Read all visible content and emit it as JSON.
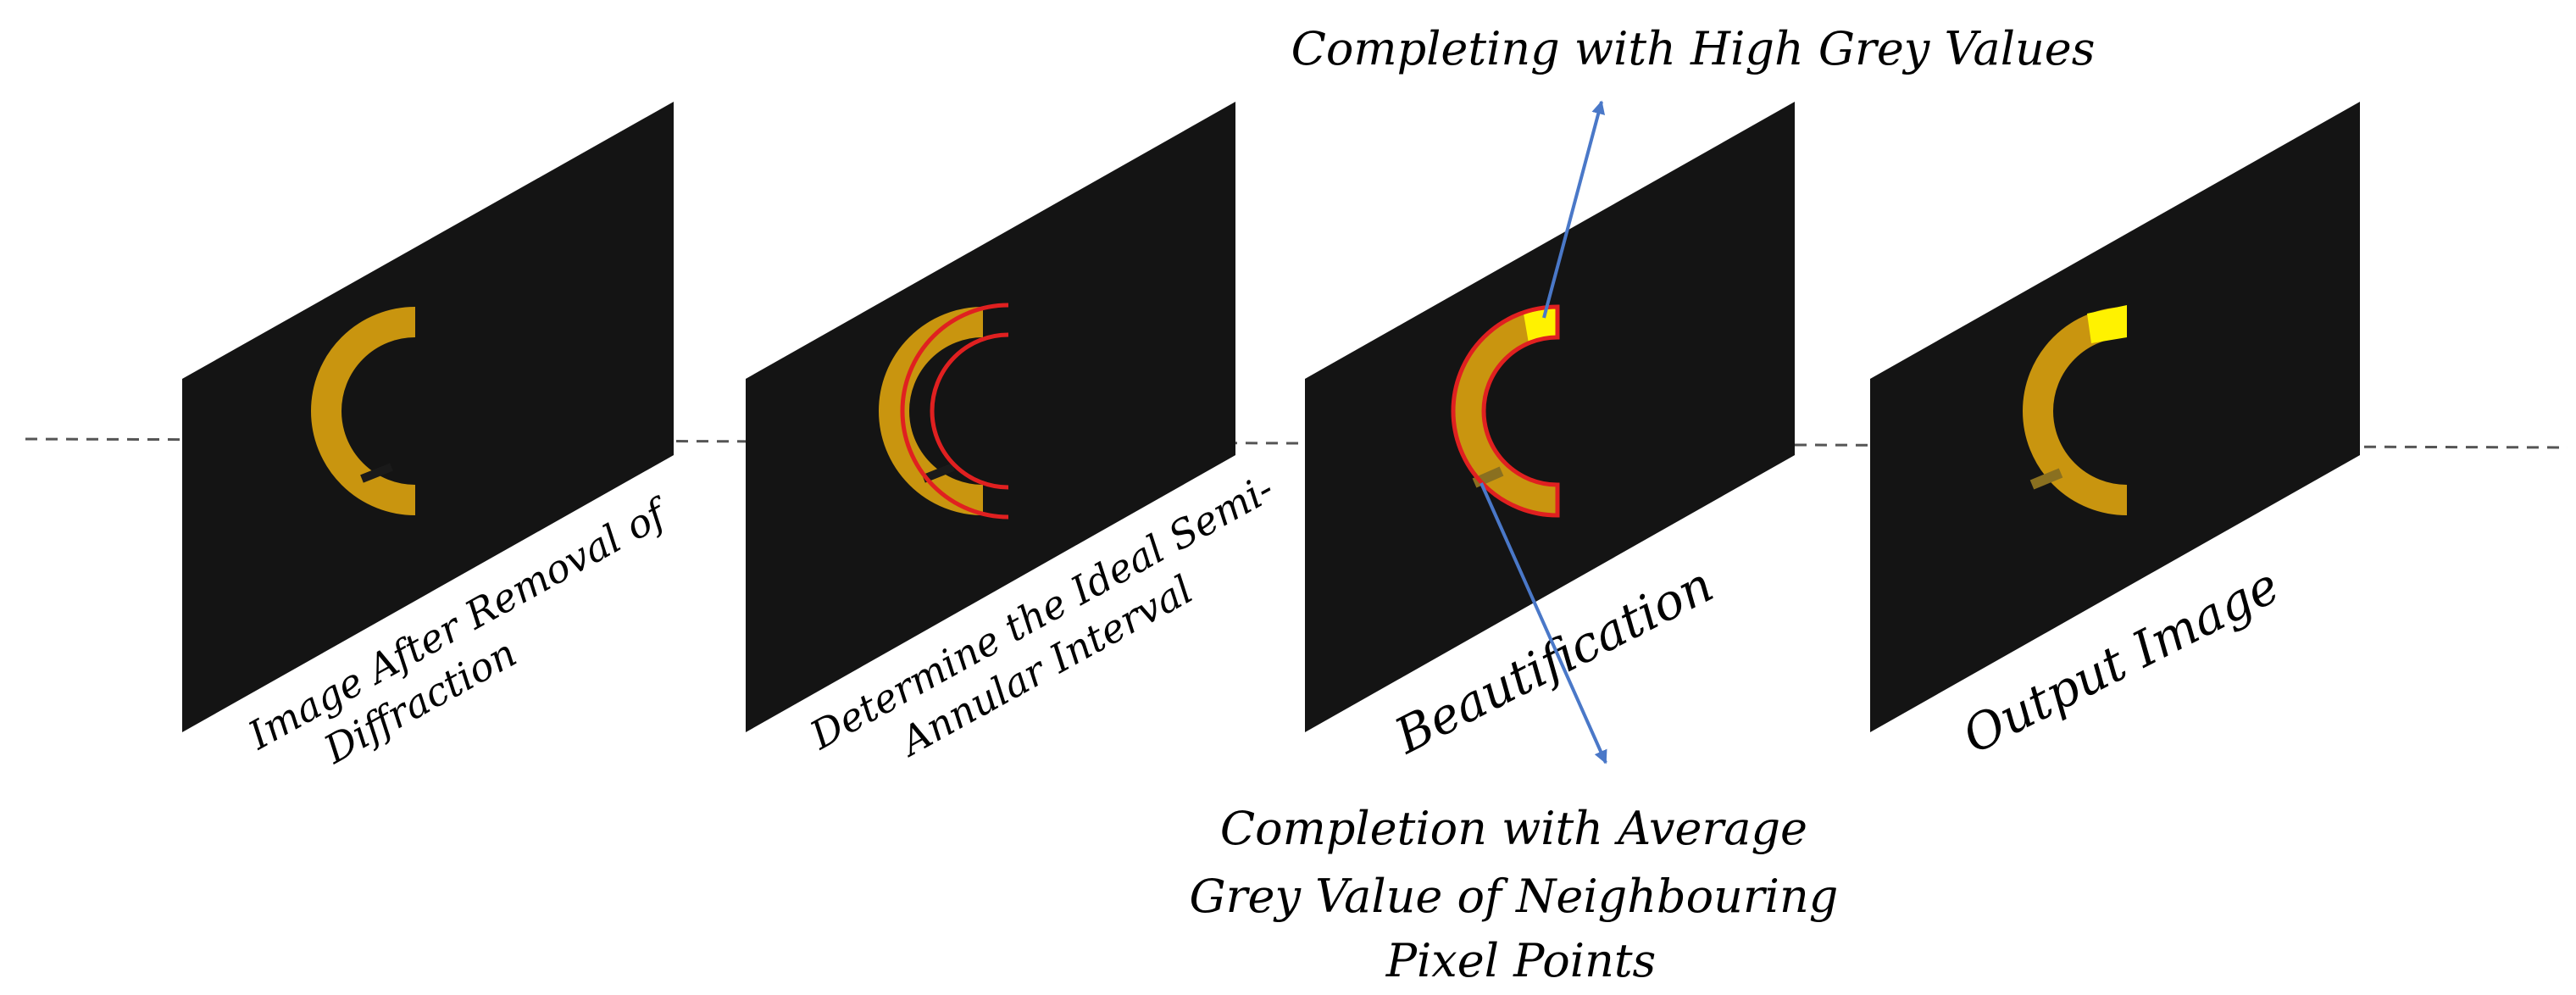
{
  "colors": {
    "background": "#ffffff",
    "panel": "#141414",
    "ring": "#c9950f",
    "highlight": "#fff200",
    "outline": "#e02020",
    "arrow": "#4a78c8",
    "dashes": "#555555"
  },
  "panels": [
    {
      "caption_lines": [
        "Image After Removal of",
        "Diffraction"
      ]
    },
    {
      "caption_lines": [
        "Determine the Ideal Semi-",
        "Annular Interval"
      ]
    },
    {
      "caption_lines": [
        "Beautification"
      ]
    },
    {
      "caption_lines": [
        "Output Image"
      ]
    }
  ],
  "annotations": {
    "top": "Completing with High Grey Values",
    "bottom_lines": [
      "Completion with Average",
      "Grey Value of Neighbouring",
      "Pixel Points"
    ]
  }
}
